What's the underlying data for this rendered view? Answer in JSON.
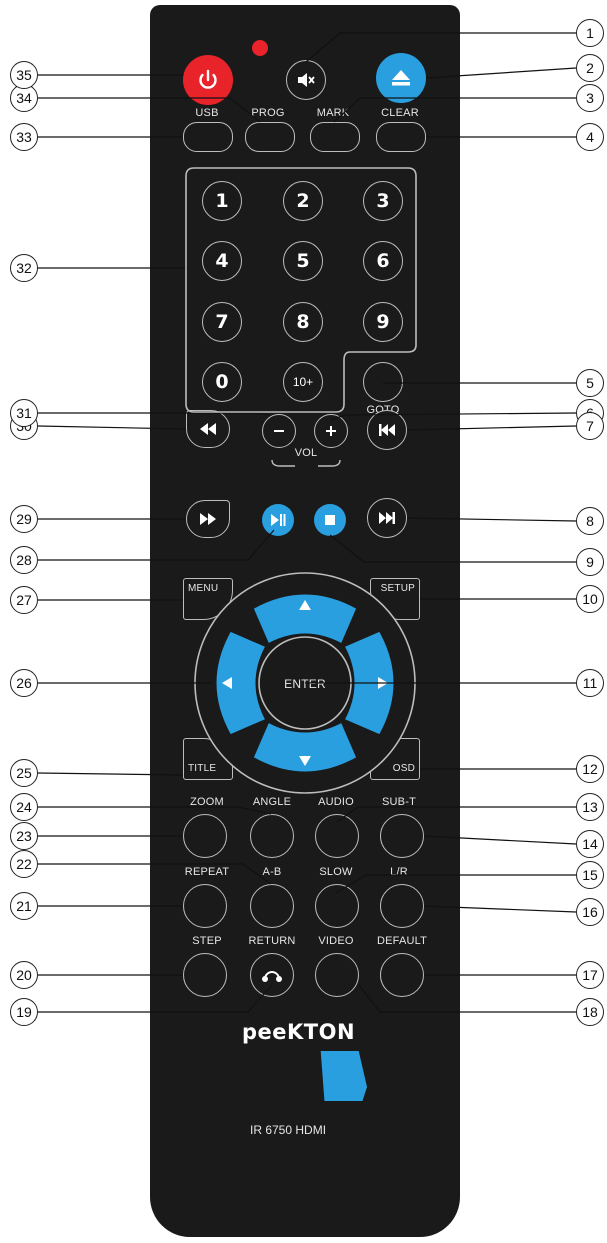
{
  "colors": {
    "power": "#e8242a",
    "blue": "#2a9fe0",
    "body": "#1a1a1a"
  },
  "top_buttons": {
    "power_icon": "power-icon",
    "mute_icon": "mute-icon",
    "eject_icon": "eject-icon"
  },
  "labels": {
    "usb": "USB",
    "prog": "PROG",
    "mark": "MARK",
    "clear": "CLEAR",
    "goto": "GOTO",
    "vol": "VOL",
    "menu": "MENU",
    "setup": "SETUP",
    "title": "TITLE",
    "osd": "OSD",
    "enter": "ENTER",
    "zoom": "ZOOM",
    "angle": "ANGLE",
    "audio": "AUDIO",
    "subt": "SUB-T",
    "repeat": "REPEAT",
    "ab": "A-B",
    "slow": "SLOW",
    "lr": "L/R",
    "step": "STEP",
    "return": "RETURN",
    "video": "VIDEO",
    "default": "DEFAULT"
  },
  "numpad": [
    "1",
    "2",
    "3",
    "4",
    "5",
    "6",
    "7",
    "8",
    "9",
    "0",
    "10+"
  ],
  "brand": "peeKTON",
  "model": "IR 6750 HDMI",
  "callouts": [
    "1",
    "2",
    "3",
    "4",
    "5",
    "6",
    "7",
    "8",
    "9",
    "10",
    "11",
    "12",
    "13",
    "14",
    "15",
    "16",
    "17",
    "18",
    "19",
    "20",
    "21",
    "22",
    "23",
    "24",
    "25",
    "26",
    "27",
    "28",
    "29",
    "30",
    "31",
    "32",
    "33",
    "34",
    "35"
  ]
}
